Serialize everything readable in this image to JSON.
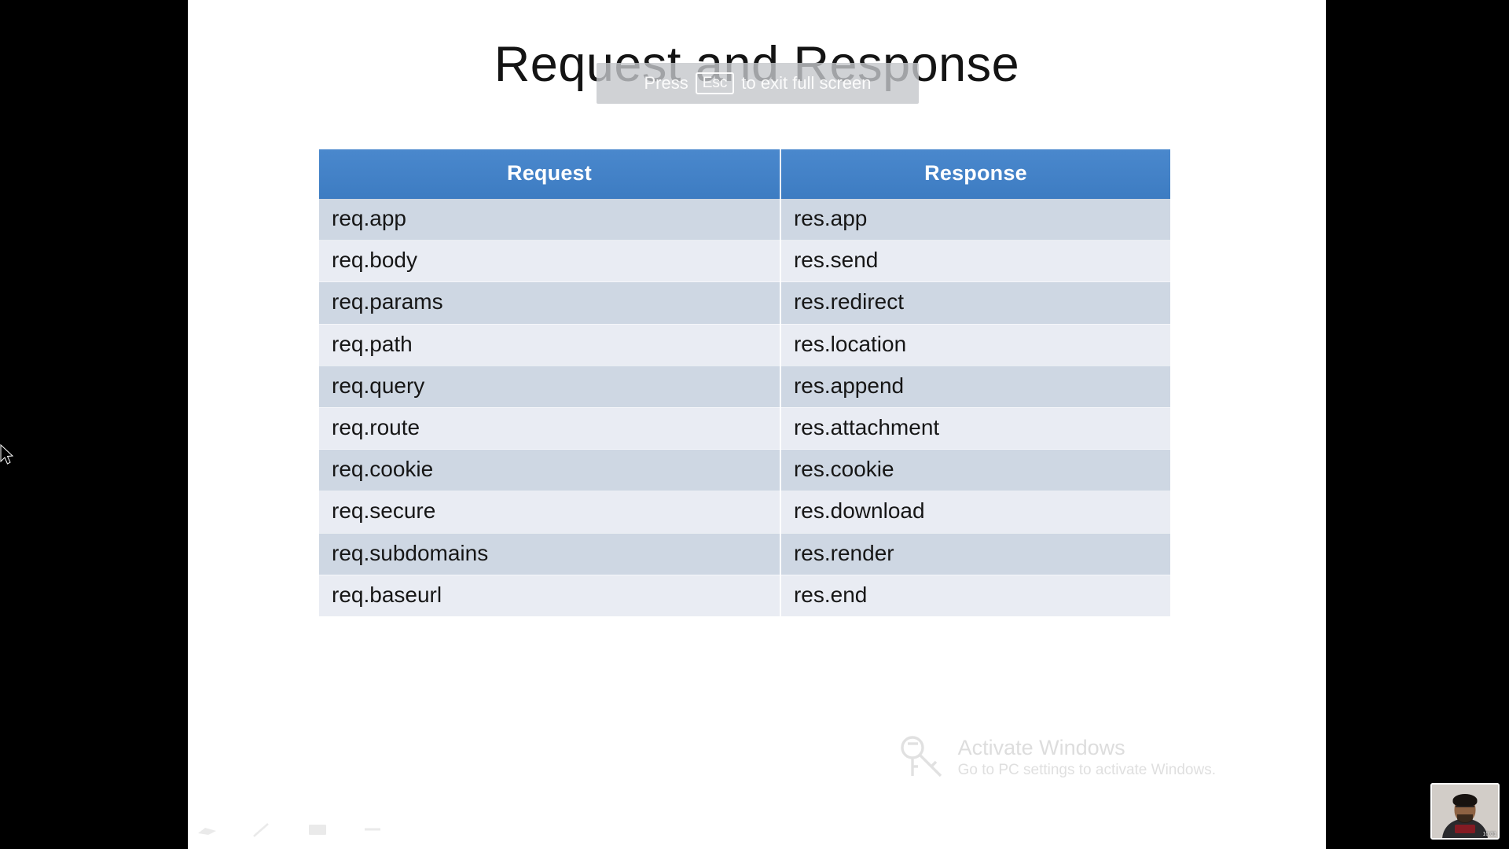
{
  "app": {
    "mode": "presentation-fullscreen",
    "canvas_background": "#ffffff",
    "letterbox_background": "#000000"
  },
  "slide": {
    "title": "Request and Response",
    "title_color": "#141414"
  },
  "esc_overlay": {
    "prefix": "Press",
    "key": "Esc",
    "suffix": "to exit full screen",
    "background": "#c4c7ca",
    "text_color": "#ffffff"
  },
  "table": {
    "header_background": "#4080c6",
    "header_text_color": "#ffffff",
    "row_odd_background": "#ced7e3",
    "row_even_background": "#e9ecf3",
    "cell_text_color": "#161616",
    "columns": [
      "Request",
      "Response"
    ],
    "rows": [
      [
        "req.app",
        "res.app"
      ],
      [
        "req.body",
        "res.send"
      ],
      [
        "req.params",
        "res.redirect"
      ],
      [
        "req.path",
        "res.location"
      ],
      [
        "req.query",
        "res.append"
      ],
      [
        "req.route",
        "res.attachment"
      ],
      [
        "req.cookie",
        "res.cookie"
      ],
      [
        "req.secure",
        "res.download"
      ],
      [
        "req.subdomains",
        "res.render"
      ],
      [
        "req.baseurl",
        "res.end"
      ]
    ]
  },
  "activate_windows": {
    "title": "Activate Windows",
    "subtitle": "Go to PC settings to activate Windows.",
    "icon": "key-icon",
    "text_color": "#c9c9c9"
  },
  "presenter_toolbar": {
    "items": [
      {
        "icon": "pointer-icon",
        "label": "Pointer options"
      },
      {
        "icon": "pen-icon",
        "label": "Pen"
      },
      {
        "icon": "slides-icon",
        "label": "See all slides"
      },
      {
        "icon": "more-icon",
        "label": "More options"
      }
    ]
  },
  "webcam": {
    "label": "Presenter camera",
    "timestamp": "10:01"
  },
  "cursor": {
    "icon": "mouse-pointer-icon"
  }
}
